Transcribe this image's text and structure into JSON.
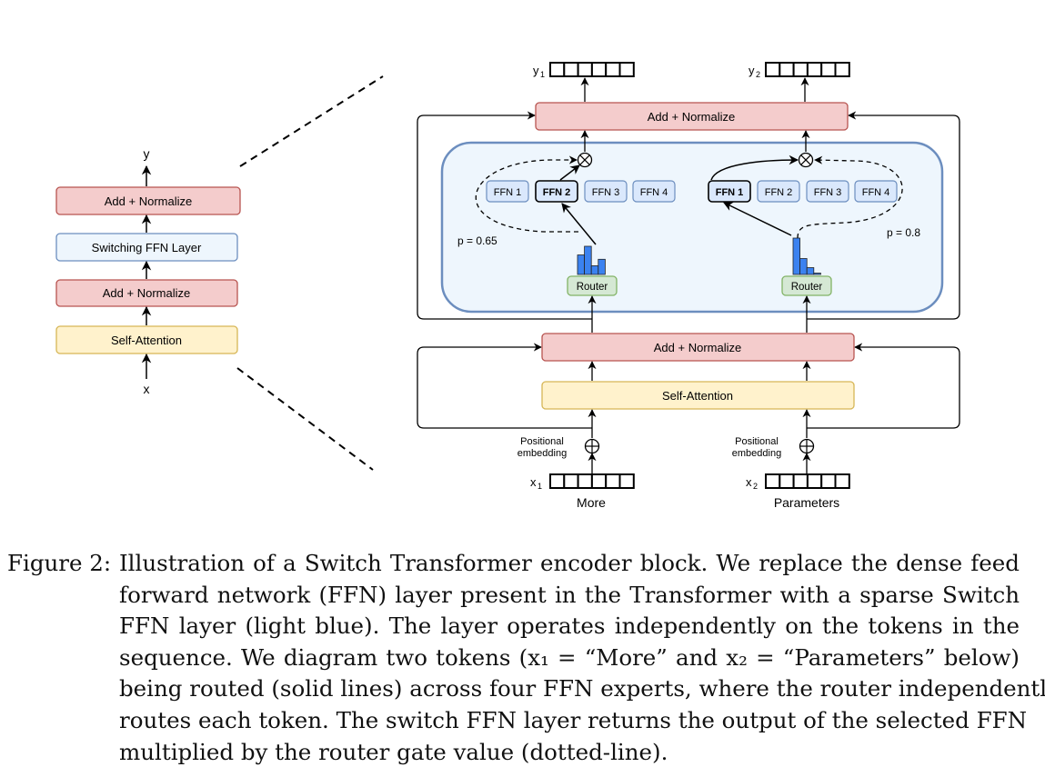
{
  "left_panel": {
    "output_label": "y",
    "input_label": "x",
    "blocks": [
      {
        "id": "add-norm-top",
        "label": "Add + Normalize",
        "kind": "addnorm"
      },
      {
        "id": "switching-ffn",
        "label": "Switching FFN Layer",
        "kind": "switch"
      },
      {
        "id": "add-norm-bottom",
        "label": "Add + Normalize",
        "kind": "addnorm"
      },
      {
        "id": "self-attention",
        "label": "Self-Attention",
        "kind": "attn"
      }
    ]
  },
  "right_panel": {
    "top_add_norm": "Add + Normalize",
    "bottom_add_norm": "Add + Normalize",
    "self_attention": "Self-Attention",
    "tokens": [
      {
        "output_label": "y",
        "output_sub": "1",
        "input_label": "x",
        "input_sub": "1",
        "word": "More",
        "positional_label_1": "Positional",
        "positional_label_2": "embedding",
        "router_label": "Router",
        "gate_prob": "p = 0.65",
        "selected_expert": 2,
        "router_distribution": [
          0.45,
          0.65,
          0.2,
          0.35
        ],
        "experts": [
          "FFN 1",
          "FFN 2",
          "FFN 3",
          "FFN 4"
        ]
      },
      {
        "output_label": "y",
        "output_sub": "2",
        "input_label": "x",
        "input_sub": "2",
        "word": "Parameters",
        "positional_label_1": "Positional",
        "positional_label_2": "embedding",
        "router_label": "Router",
        "gate_prob": "p = 0.8",
        "selected_expert": 1,
        "router_distribution": [
          0.8,
          0.35,
          0.15,
          0.03
        ],
        "experts": [
          "FFN 1",
          "FFN 2",
          "FFN 3",
          "FFN 4"
        ]
      }
    ]
  },
  "colors": {
    "addnorm_fill": "#f4cccc",
    "addnorm_stroke": "#b85450",
    "switch_fill": "#eef6fd",
    "switch_stroke": "#6c8ebf",
    "attn_fill": "#fff2cc",
    "attn_stroke": "#d6b656",
    "ffn_fill": "#dae8fc",
    "ffn_stroke": "#6c8ebf",
    "router_fill": "#d5e8d4",
    "router_stroke": "#82b366",
    "bar_fill": "#3b82f0"
  },
  "caption": {
    "label": "Figure 2:",
    "lines": [
      "Illustration of a Switch Transformer encoder block.  We replace the dense feed",
      "forward network (FFN) layer present in the Transformer with a sparse Switch",
      "FFN layer (light blue).  The layer operates independently on the tokens in the",
      "sequence. We diagram two tokens (x₁ = “More” and x₂ = “Parameters” below)",
      "being routed (solid lines) across four FFN experts, where the router independently",
      "routes each token. The switch FFN layer returns the output of the selected FFN",
      "multiplied by the router gate value (dotted-line)."
    ]
  }
}
